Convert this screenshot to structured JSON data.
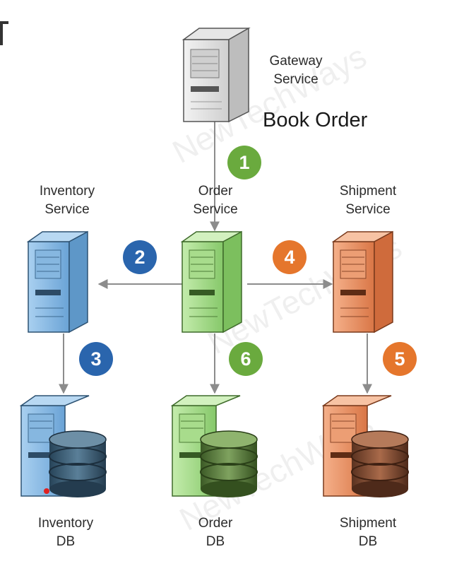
{
  "title": "Book Order",
  "watermark": "NewTechWays",
  "nodes": {
    "gateway": {
      "line1": "Gateway",
      "line2": "Service"
    },
    "inventory": {
      "line1": "Inventory",
      "line2": "Service"
    },
    "order": {
      "line1": "Order",
      "line2": "Service"
    },
    "shipment": {
      "line1": "Shipment",
      "line2": "Service"
    },
    "inventory_db": {
      "line1": "Inventory",
      "line2": "DB"
    },
    "order_db": {
      "line1": "Order",
      "line2": "DB"
    },
    "shipment_db": {
      "line1": "Shipment",
      "line2": "DB"
    }
  },
  "steps": [
    {
      "number": "1",
      "color": "#6aaa3e"
    },
    {
      "number": "2",
      "color": "#2a65ad"
    },
    {
      "number": "3",
      "color": "#2a65ad"
    },
    {
      "number": "4",
      "color": "#e5762c"
    },
    {
      "number": "5",
      "color": "#e5762c"
    },
    {
      "number": "6",
      "color": "#6aaa3e"
    }
  ],
  "colors": {
    "gateway": "#d9d9d9",
    "inventory": "#7fb2de",
    "order": "#9ed884",
    "shipment": "#e98f61",
    "arrow": "#8c8c8c"
  }
}
